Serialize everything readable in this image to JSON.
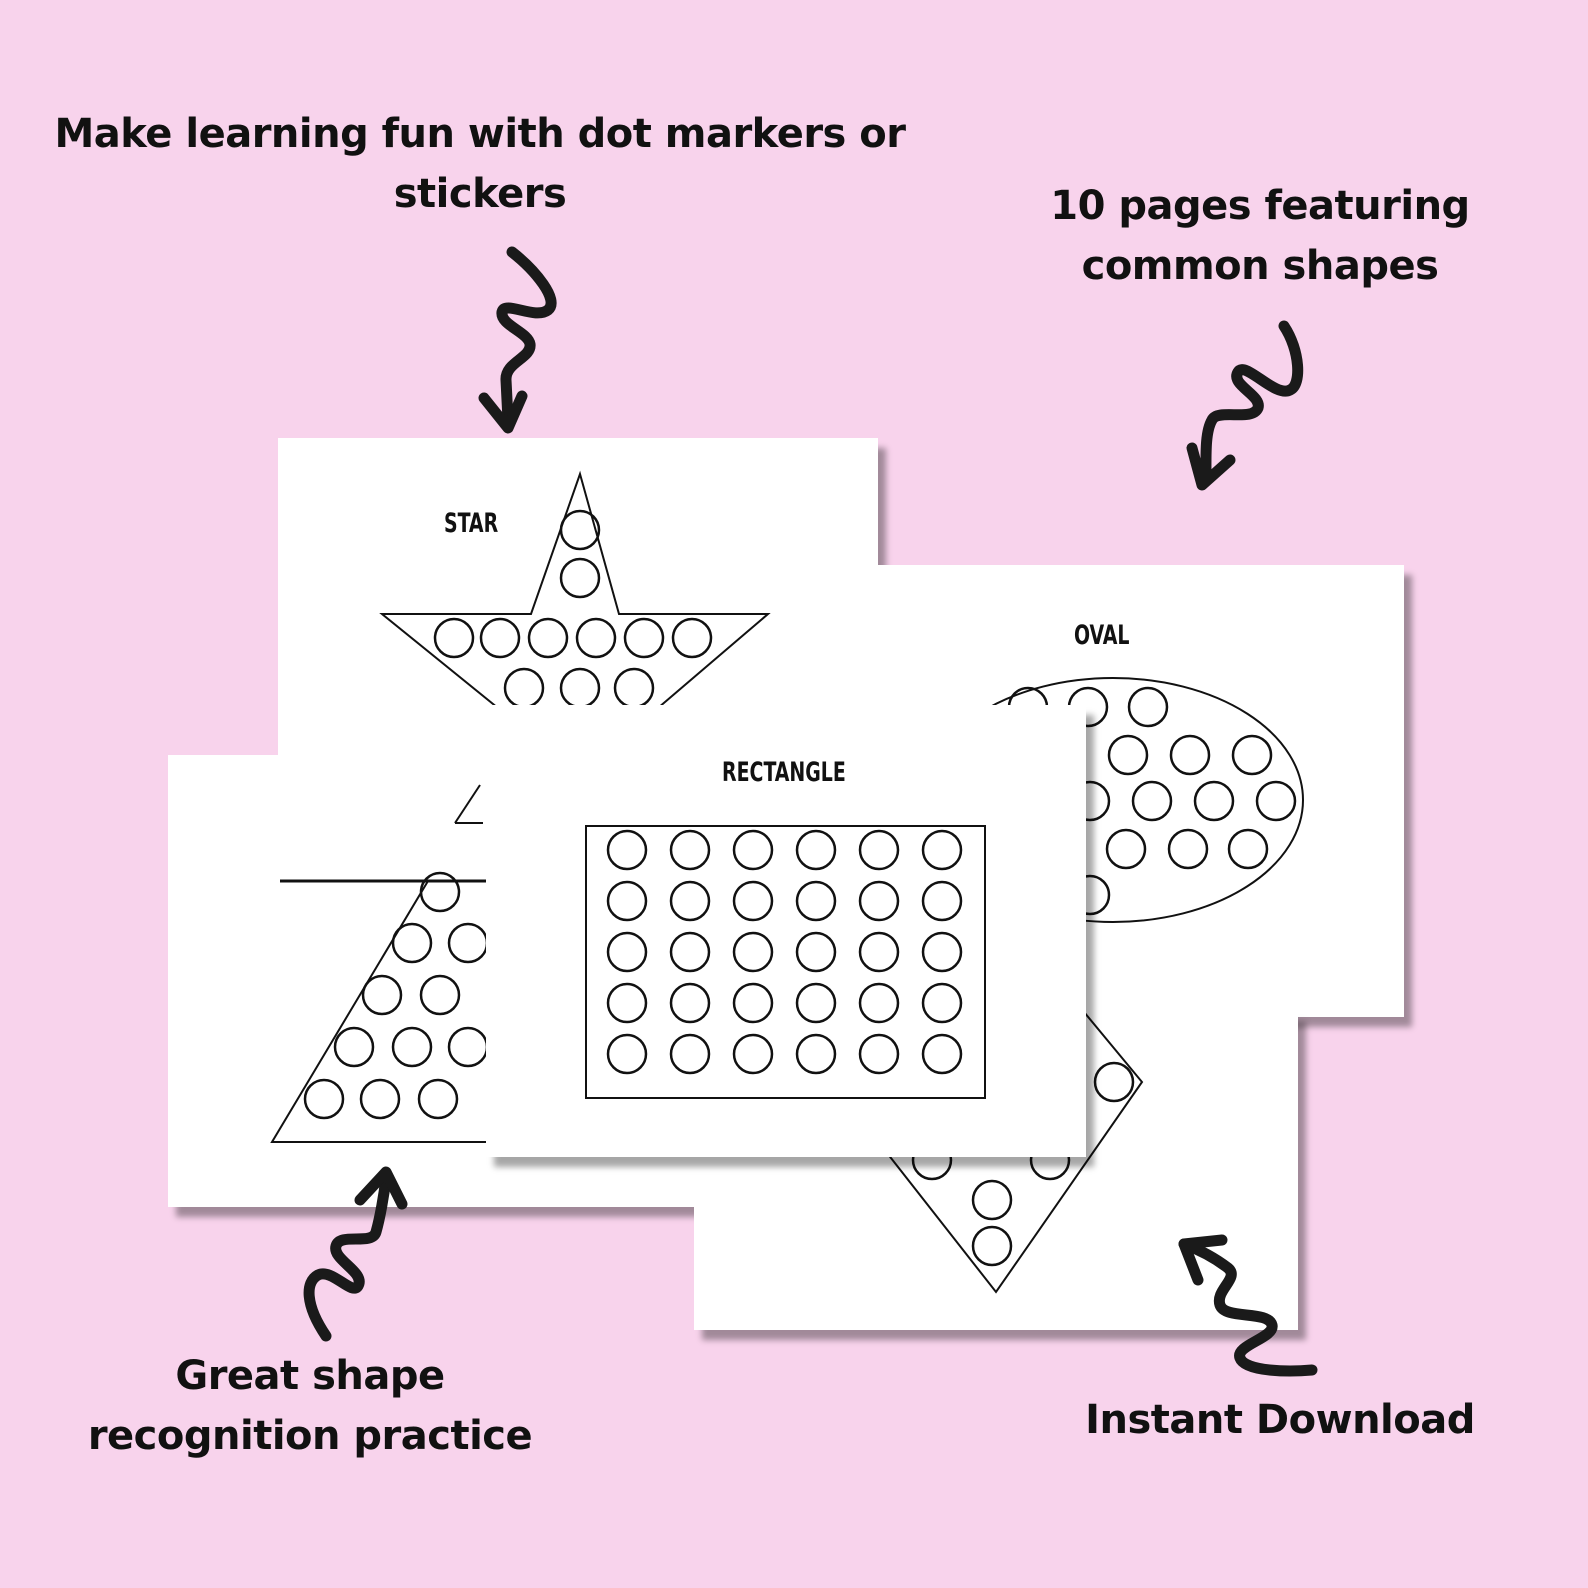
{
  "captions": {
    "top_left": "Make learning fun with dot markers or stickers",
    "top_right": "10 pages featuring common shapes",
    "bottom_left": "Great shape recognition practice",
    "bottom_right": "Instant Download"
  },
  "cards": {
    "star": {
      "title": "STAR"
    },
    "oval": {
      "title": "OVAL"
    },
    "rectangle": {
      "title": "RECTANGLE"
    }
  },
  "rectangle_grid": {
    "rows": 5,
    "columns": 6
  },
  "colors": {
    "background": "#f8d3ec",
    "card": "#ffffff",
    "ink": "#111111"
  },
  "icons": [
    "squiggle-arrow-icon"
  ]
}
